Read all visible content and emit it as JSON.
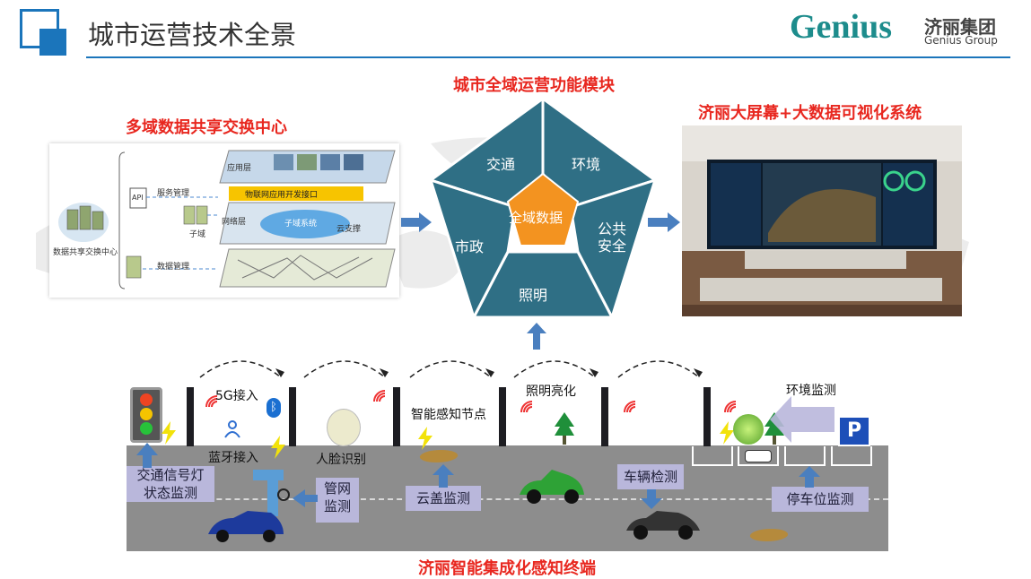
{
  "header": {
    "title": "城市运营技术全景",
    "brand_logo_text": "Genius",
    "brand_name_cn": "济丽集团",
    "brand_name_en": "Genius Group"
  },
  "exchange": {
    "title": "多域数据共享交换中心",
    "center_label": "数据共享交换中心",
    "service_mgmt": "服务管理",
    "data_mgmt": "数据管理",
    "subdomain": "子域",
    "api": "API",
    "layer_app": "应用层",
    "layer_net": "网络层",
    "iot_api": "物联网应用开发接口",
    "subdomain_system": "子域系统",
    "cloud_support": "云支撑"
  },
  "modules": {
    "title": "城市全域运营功能模块",
    "center": "全域数据",
    "traffic": "交通",
    "environment": "环境",
    "public_safety": "公共\n安全",
    "lighting": "照明",
    "municipal": "市政"
  },
  "screen": {
    "title": "济丽大屏幕+大数据可视化系统"
  },
  "terminal": {
    "title": "济丽智能集成化感知终端",
    "labels": {
      "g5": "5G接入",
      "bluetooth": "蓝牙接入",
      "face": "人脸识别",
      "sensing": "智能感知节点",
      "lighting": "照明亮化",
      "env": "环境监测",
      "parking_sign": "P"
    },
    "tags": {
      "signal": "交通信号灯\n状态监测",
      "pipe": "管网\n监测",
      "manhole": "云盖监测",
      "vehicle": "车辆检测",
      "parking": "停车位监测"
    }
  },
  "colors": {
    "pentagon": "#2f6f85",
    "center": "#f39320",
    "accent_red": "#e8271f",
    "arrow_blue": "#4a7fbf",
    "tag_purple": "#b9b7db",
    "road": "#8d8d8d"
  }
}
